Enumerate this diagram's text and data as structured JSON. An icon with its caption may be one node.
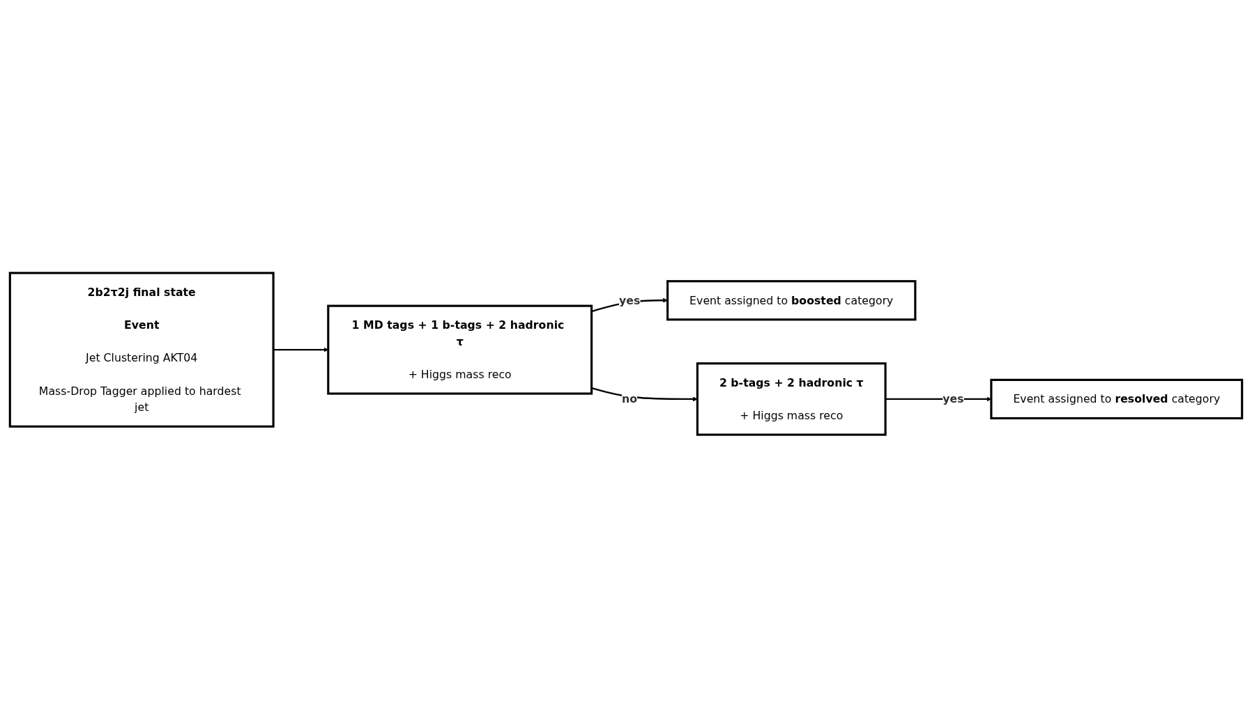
{
  "diagram": {
    "nodes": [
      {
        "text": [
          "2b2τ2j final state",
          "Event",
          "Jet Clustering AKT04",
          "Mass-Drop Tagger applied to hardest jet"
        ]
      },
      {
        "text": [
          "1 MD tags + 1 b-tags + 2 hadronic τ",
          "+ Higgs mass reco"
        ]
      },
      {
        "text": [
          "Event assigned to **boosted** category"
        ]
      },
      {
        "text": [
          "2 b-tags + 2 hadronic τ",
          "+ Higgs mass reco"
        ]
      },
      {
        "text": [
          "Event assigned to **resolved** category"
        ]
      }
    ],
    "edges": [
      {
        "from": 0,
        "to": 1,
        "arrow": "to"
      },
      {
        "from": 1,
        "to": 2,
        "arrow": "to",
        "label": "yes"
      },
      {
        "from": 1,
        "to": 3,
        "arrow": "to",
        "label": "no"
      },
      {
        "from": 3,
        "to": 4,
        "arrow": "to",
        "label": "yes"
      }
    ]
  }
}
